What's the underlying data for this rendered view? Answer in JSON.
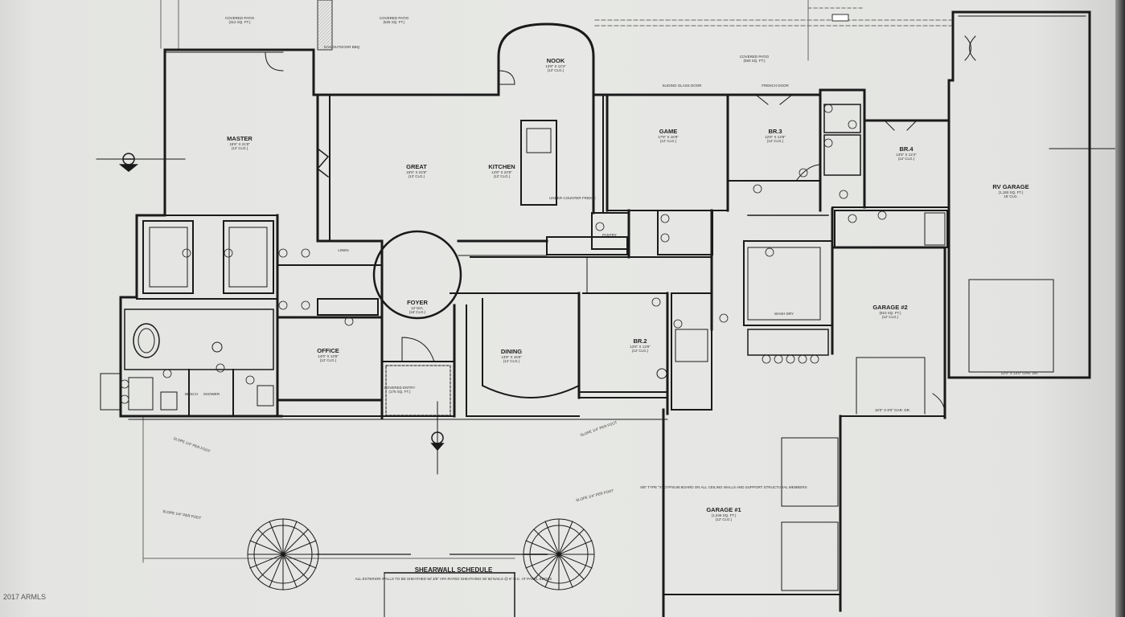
{
  "rooms": {
    "master": {
      "name": "MASTER",
      "dims": "15'6\" X 21'8\"",
      "clg": "(12' CLG.)"
    },
    "great": {
      "name": "GREAT",
      "dims": "19'6\" X 22'8\"",
      "clg": "(12' CLG.)"
    },
    "kitchen": {
      "name": "KITCHEN",
      "dims": "14'8\" X 22'8\"",
      "clg": "(12' CLG.)"
    },
    "nook": {
      "name": "NOOK",
      "dims": "13'8\" X 12'4\"",
      "clg": "(12' CLG.)"
    },
    "game": {
      "name": "GAME",
      "dims": "17'8\" X 16'8\"",
      "clg": "(12' CLG.)"
    },
    "br3": {
      "name": "BR.3",
      "dims": "12'8\" X 13'8\"",
      "clg": "(12' CLG.)"
    },
    "br4": {
      "name": "BR.4",
      "dims": "13'8\" X 12'4\"",
      "clg": "(12' CLG.)"
    },
    "rv_garage": {
      "name": "RV GARAGE",
      "dims": "(1,150 SQ. FT.)",
      "clg": "16' CLG."
    },
    "garage2": {
      "name": "GARAGE #2",
      "dims": "(810 SQ. FT.)",
      "clg": "(12' CLG.)"
    },
    "garage1": {
      "name": "GARAGE #1",
      "dims": "(1,046 SQ. FT.)",
      "clg": "(12' CLG.)"
    },
    "office": {
      "name": "OFFICE",
      "dims": "14'0\" X 13'8\"",
      "clg": "(12' CLG.)"
    },
    "foyer": {
      "name": "FOYER",
      "dims": "12' DIA.",
      "clg": "(16' CLG.)"
    },
    "dining": {
      "name": "DINING",
      "dims": "13'8\" X 15'8\"",
      "clg": "(12' CLG.)"
    },
    "br2": {
      "name": "BR.2",
      "dims": "13'8\" X 13'8\"",
      "clg": "(12' CLG.)"
    }
  },
  "notes": {
    "covered_patio_left": "COVERED PATIO",
    "covered_patio_left_area": "(312 SQ. FT.)",
    "covered_patio_mid": "COVERED PATIO",
    "covered_patio_mid_area": "(525 SQ. FT.)",
    "covered_patio_right": "COVERED PATIO",
    "covered_patio_right_area": "(550 SQ. FT.)",
    "covered_entry": "COVERED ENTRY",
    "covered_entry_area": "(175 SQ. FT.)",
    "linen": "LINEN",
    "walk_in_counter": "UNDER COUNTER FRIDGE",
    "gas_outdoor_bbq": "GAS OUTDOOR BBQ",
    "shower": "SHOWER",
    "bench": "BENCH",
    "slider": "SLIDING GLASS DOOR",
    "french": "FRENCH DOOR",
    "pantry": "PANTRY",
    "washer_dryer": "WASH DRY",
    "garage_door_1": "16'0\" X 8'0\" GAR. DR.",
    "garage_door_2": "12'0\" X 14'0\" GAR. DR.",
    "garage1_note": "5/8\" TYPE \"X\" GYPSUM BOARD ON ALL CEILING WALLS AND SUPPORT STRUCTURAL MEMBERS",
    "slope1": "SLOPE 1/4\" PER FOOT",
    "slope2": "SLOPE 1/4\" PER FOOT",
    "slope3": "SLOPE 1/4\" PER FOOT",
    "slope4": "SLOPE 1/4\" PER FOOT",
    "shearwall_title": "SHEARWALL SCHEDULE",
    "shearwall_text": "ALL EXTERIOR WALLS TO BE SHEATHED W/ 3/8\" APA RATED SHEATHING W/ 8d NAILS @ 6\" O.C. AT PANEL EDGES",
    "watermark": "2017 ARMLS"
  }
}
